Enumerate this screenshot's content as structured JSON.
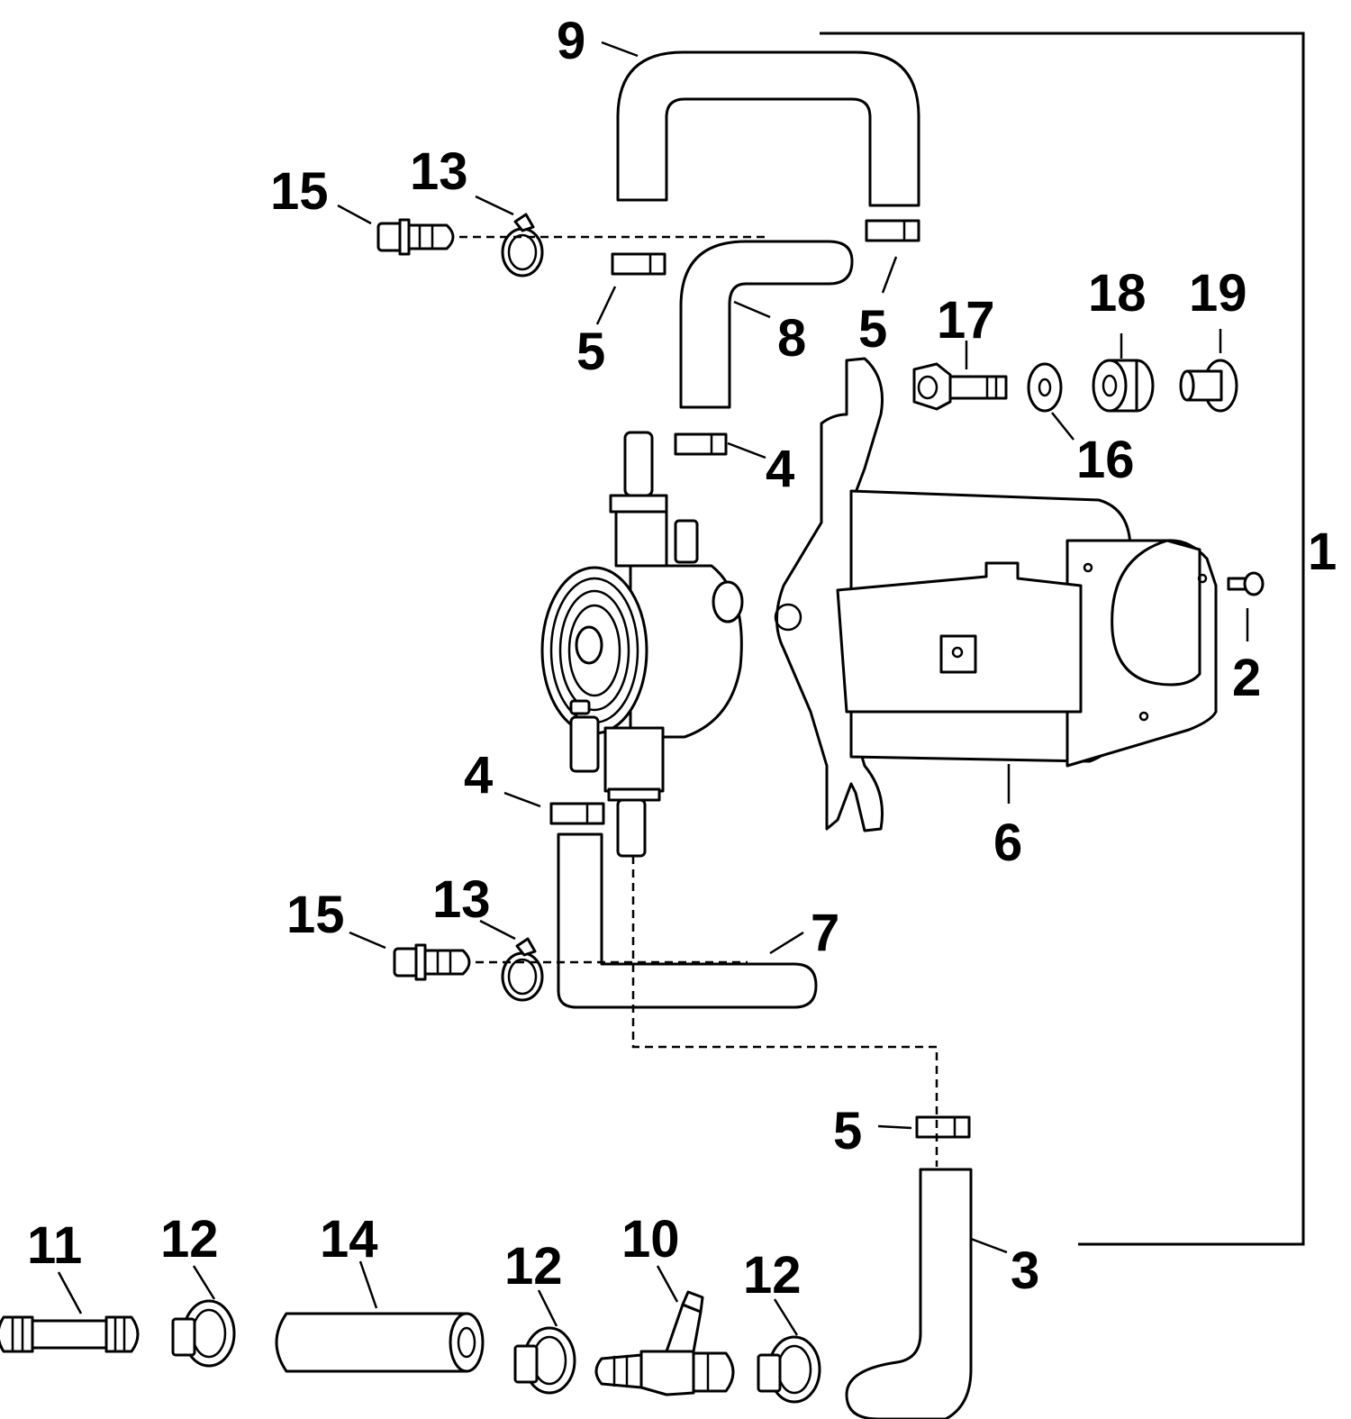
{
  "callouts": {
    "c1": "1",
    "c2": "2",
    "c3": "3",
    "c4a": "4",
    "c4b": "4",
    "c5a": "5",
    "c5b": "5",
    "c5c": "5",
    "c6": "6",
    "c7": "7",
    "c8": "8",
    "c9": "9",
    "c10": "10",
    "c11": "11",
    "c12a": "12",
    "c12b": "12",
    "c12c": "12",
    "c13a": "13",
    "c13b": "13",
    "c14": "14",
    "c15a": "15",
    "c15b": "15",
    "c16": "16",
    "c17": "17",
    "c18": "18",
    "c19": "19"
  },
  "colors": {
    "line": "#000000",
    "background": "#ffffff"
  }
}
